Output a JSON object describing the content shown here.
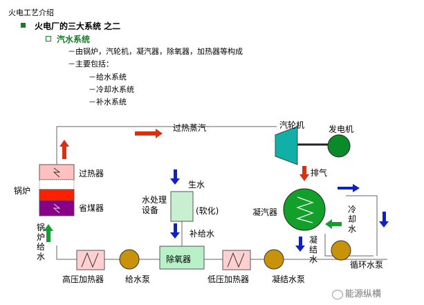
{
  "doc_title": "火电工艺介绍",
  "heading": "火电厂的三大系统 之二",
  "subheading": "汽水系统",
  "bullets": [
    "－由锅炉，汽轮机，凝汽器，除氧器，加热器等构成",
    "－主要包括：",
    "－给水系统",
    "－冷却水系统",
    "－补水系统"
  ],
  "labels": {
    "superheated_steam": "过热蒸汽",
    "turbine": "汽轮机",
    "generator": "发电机",
    "superheater": "过热器",
    "economizer": "省煤器",
    "boiler": "锅炉",
    "boiler_feedwater": "锅炉给水",
    "raw_water": "生水",
    "water_treatment": "水处理设备",
    "softening": "(软化)",
    "makeup_water": "补给水",
    "exhaust": "排气",
    "condenser": "凝汽器",
    "cooling_water": "冷却水",
    "condensate": "凝结水",
    "circ_pump": "循环水泵",
    "hp_heater": "高压加热器",
    "feed_pump": "给水泵",
    "deaerator": "除氧器",
    "lp_heater": "低压加热器",
    "condensate_pump": "凝结水泵",
    "watermark": "能源纵横"
  },
  "colors": {
    "bullet_green": "#1a7a2a",
    "turbine": "#10b0a8",
    "generator": "#0b8a2a",
    "condenser": "#12a02a",
    "pump": "#c8920a",
    "heater_fill": "#ffd0d0",
    "deaerator": "#b8f0c8",
    "treatment": "#c8f0d0",
    "superheater": "#ffc0c0",
    "red_band": "#ff2000",
    "economizer": "#880088",
    "arrow_red": "#d83010",
    "arrow_blue": "#1020c8",
    "arrow_green": "#10a030"
  }
}
